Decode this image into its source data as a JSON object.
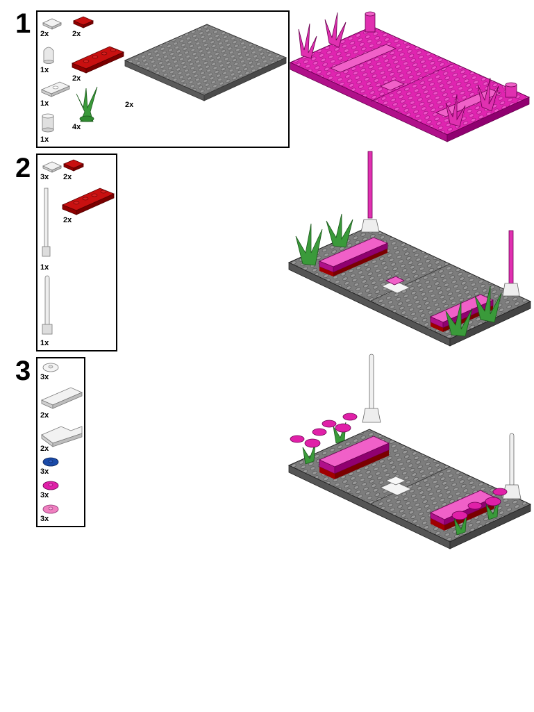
{
  "steps": [
    {
      "number": "1",
      "callout_parts": [
        {
          "name": "white-plate-2x2",
          "qty": "2x"
        },
        {
          "name": "dark-red-plate-1x1",
          "qty": "2x"
        },
        {
          "name": "white-round-cone",
          "qty": "1x"
        },
        {
          "name": "dark-red-plate-1x4",
          "qty": "2x"
        },
        {
          "name": "white-jumper-plate-1x2",
          "qty": "1x"
        },
        {
          "name": "green-plant-grass",
          "qty": "4x"
        },
        {
          "name": "gray-baseplate-16x16",
          "qty": "2x"
        },
        {
          "name": "white-round-brick",
          "qty": "1x"
        }
      ]
    },
    {
      "number": "2",
      "callout_parts": [
        {
          "name": "white-plate-2x2",
          "qty": "3x"
        },
        {
          "name": "dark-red-plate-1x1",
          "qty": "2x"
        },
        {
          "name": "dark-red-plate-1x4",
          "qty": "2x"
        },
        {
          "name": "white-antenna-long",
          "qty": "1x"
        },
        {
          "name": "white-antenna-short",
          "qty": "1x"
        }
      ]
    },
    {
      "number": "3",
      "callout_parts": [
        {
          "name": "white-flower",
          "qty": "3x"
        },
        {
          "name": "white-plate-1x4",
          "qty": "2x"
        },
        {
          "name": "white-plate-corner",
          "qty": "2x"
        },
        {
          "name": "blue-flower",
          "qty": "3x"
        },
        {
          "name": "magenta-flower",
          "qty": "3x"
        },
        {
          "name": "pink-flower",
          "qty": "3x"
        }
      ]
    }
  ],
  "colors": {
    "baseplate_gray": "#7d7d7d",
    "magenta": "#e020a8",
    "dark_red": "#b00000",
    "green": "#3a9a3a",
    "white_part": "#e8e8e8",
    "blue": "#1a4aa8",
    "pink": "#f080c0"
  }
}
